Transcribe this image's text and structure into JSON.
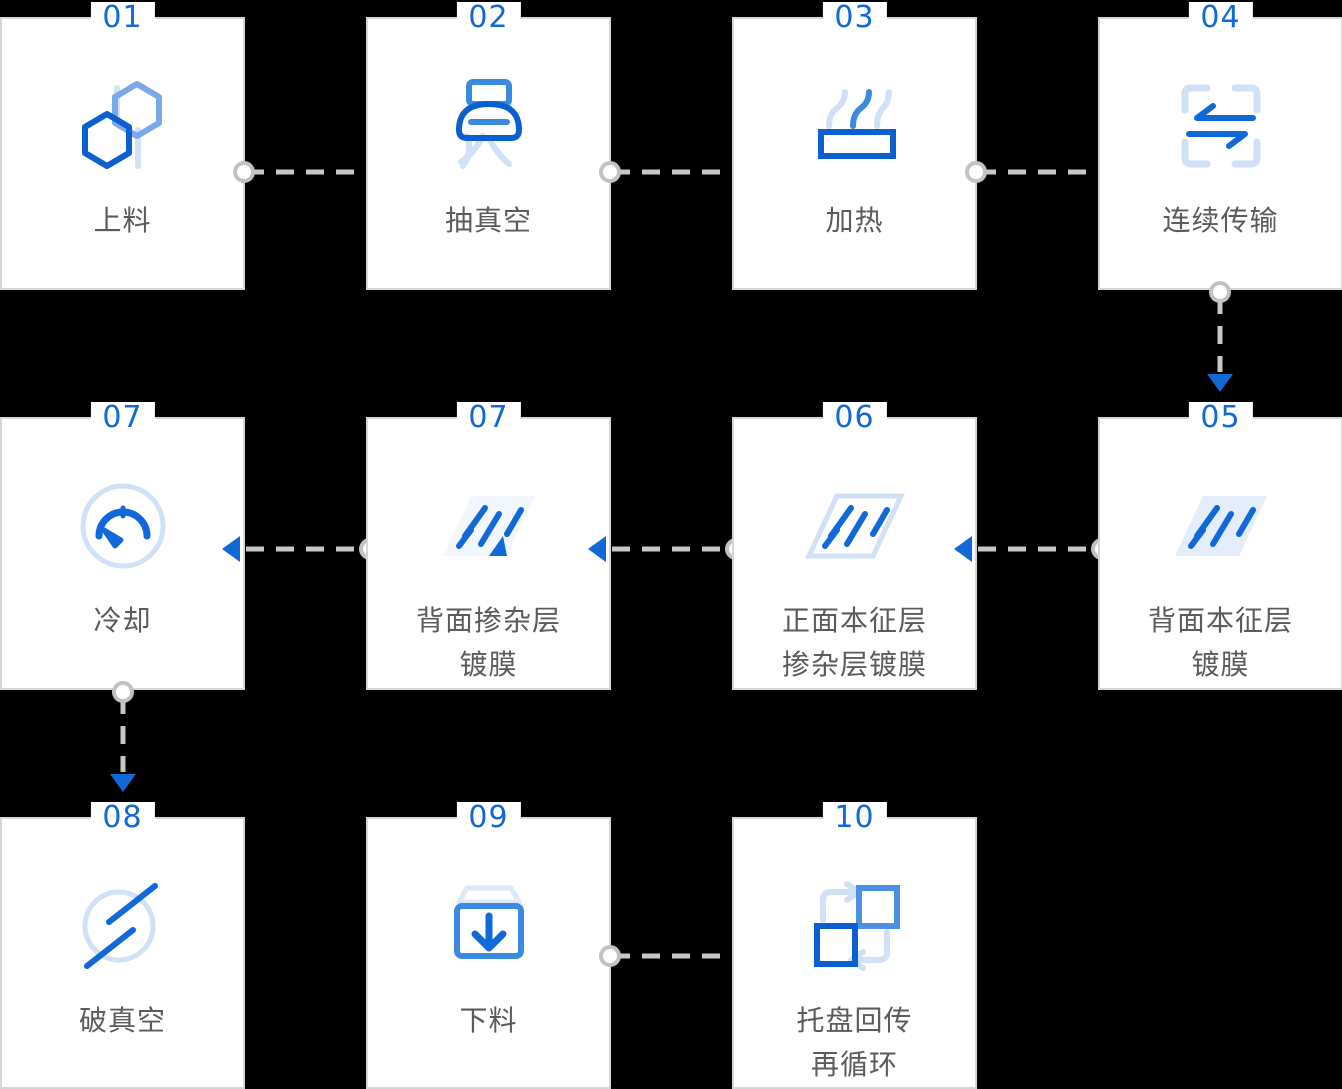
{
  "palette": {
    "accent_dark": "#0b5fce",
    "accent": "#1168d8",
    "accent_light": "#7aa9e8",
    "accent_pale": "#cfe0f7",
    "card_border": "#d6d6d6",
    "label_text": "#5b5b5b",
    "dash": "#c7c7c7",
    "node_ring": "#c2c2c2",
    "background": "#000000",
    "card_bg": "#ffffff"
  },
  "diagram": {
    "type": "process-flow",
    "title": "",
    "flow_order": [
      "01",
      "02",
      "03",
      "04",
      "05",
      "06",
      "07",
      "07",
      "08",
      "09",
      "10"
    ],
    "rows": [
      {
        "direction": "left-to-right",
        "cards": [
          {
            "number": "01",
            "label_lines": [
              "上料"
            ],
            "icon": "hexagon-molecule-icon"
          },
          {
            "number": "02",
            "label_lines": [
              "抽真空"
            ],
            "icon": "vacuum-hood-icon"
          },
          {
            "number": "03",
            "label_lines": [
              "加热"
            ],
            "icon": "heating-plate-icon"
          },
          {
            "number": "04",
            "label_lines": [
              "连续传输"
            ],
            "icon": "continuous-transfer-icon"
          }
        ]
      },
      {
        "direction": "right-to-left",
        "cards": [
          {
            "number": "07",
            "label_lines": [
              "冷却"
            ],
            "icon": "gauge-cooling-icon"
          },
          {
            "number": "07",
            "label_lines": [
              "背面掺杂层",
              "镀膜"
            ],
            "icon": "coating-filled-arrow-icon"
          },
          {
            "number": "06",
            "label_lines": [
              "正面本征层",
              "掺杂层镀膜"
            ],
            "icon": "coating-outline-icon"
          },
          {
            "number": "05",
            "label_lines": [
              "背面本征层",
              "镀膜"
            ],
            "icon": "coating-filled-icon"
          }
        ]
      },
      {
        "direction": "left-to-right",
        "cards": [
          {
            "number": "08",
            "label_lines": [
              "破真空"
            ],
            "icon": "vacuum-break-icon"
          },
          {
            "number": "09",
            "label_lines": [
              "下料"
            ],
            "icon": "unload-box-icon"
          },
          {
            "number": "10",
            "label_lines": [
              "托盘回传",
              "再循环"
            ],
            "icon": "tray-recycle-icon"
          }
        ]
      }
    ],
    "connectors": [
      {
        "id": "c-01-02",
        "orientation": "horizontal",
        "direction": "right",
        "from": "01",
        "to": "02"
      },
      {
        "id": "c-02-03",
        "orientation": "horizontal",
        "direction": "right",
        "from": "02",
        "to": "03"
      },
      {
        "id": "c-03-04",
        "orientation": "horizontal",
        "direction": "right",
        "from": "03",
        "to": "04"
      },
      {
        "id": "c-04-05",
        "orientation": "vertical",
        "direction": "down",
        "from": "04",
        "to": "05"
      },
      {
        "id": "c-05-06",
        "orientation": "horizontal",
        "direction": "left",
        "from": "05",
        "to": "06"
      },
      {
        "id": "c-06-07",
        "orientation": "horizontal",
        "direction": "left",
        "from": "06",
        "to": "07"
      },
      {
        "id": "c-07-07",
        "orientation": "horizontal",
        "direction": "left",
        "from": "07",
        "to": "07"
      },
      {
        "id": "c-07-08",
        "orientation": "vertical",
        "direction": "down",
        "from": "07",
        "to": "08"
      },
      {
        "id": "c-09-10",
        "orientation": "horizontal",
        "direction": "right",
        "from": "09",
        "to": "10"
      }
    ]
  }
}
